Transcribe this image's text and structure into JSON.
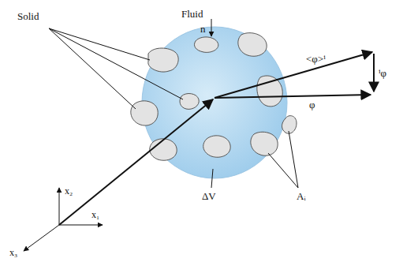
{
  "diagram": {
    "labels": [
      "Solid",
      "Fluid",
      "n",
      "<φ>ⁱ",
      "ⁱφ",
      "φ",
      "ΔV",
      "Aᵢ",
      "x₂",
      "x₁",
      "x₃"
    ]
  }
}
